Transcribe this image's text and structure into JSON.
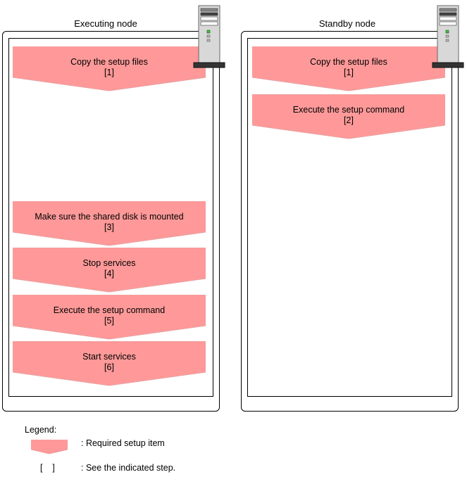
{
  "executing": {
    "title": "Executing node",
    "steps": [
      {
        "label": "Copy the setup files",
        "ref": "[1]"
      },
      {
        "label": "Make sure the shared disk is mounted",
        "ref": "[3]"
      },
      {
        "label": "Stop services",
        "ref": "[4]"
      },
      {
        "label": "Execute the setup command",
        "ref": "[5]"
      },
      {
        "label": "Start services",
        "ref": "[6]"
      }
    ]
  },
  "standby": {
    "title": "Standby node",
    "steps": [
      {
        "label": "Copy the setup files",
        "ref": "[1]"
      },
      {
        "label": "Execute the setup command",
        "ref": "[2]"
      }
    ]
  },
  "legend": {
    "title": "Legend:",
    "required_item": ": Required setup item",
    "brackets": "[    ]",
    "see_step": ": See the indicated step."
  },
  "colors": {
    "step_fill": "#FF9999",
    "step_stroke": "#E07A7A"
  },
  "icons": [
    "server-icon"
  ]
}
